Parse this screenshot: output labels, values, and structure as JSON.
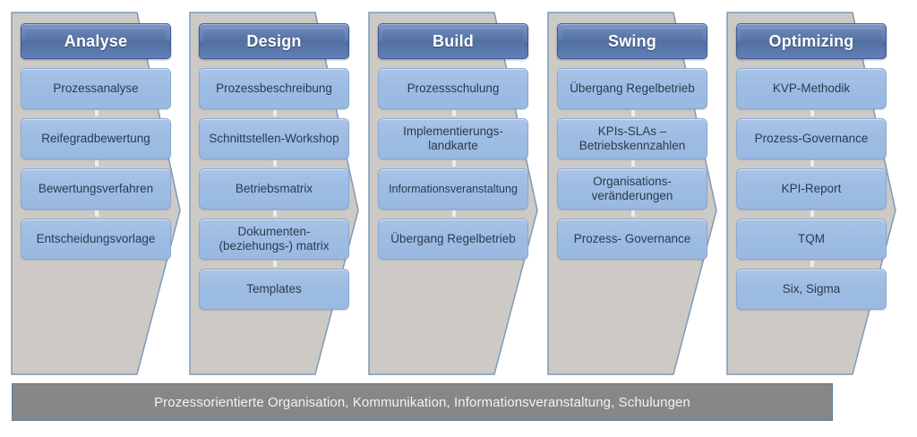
{
  "diagram": {
    "title_visible": false,
    "colors": {
      "header_fill": "#5f7cb4",
      "header_border": "#3e5a94",
      "task_fill": "#9dbce3",
      "task_border": "#8aa9d0",
      "chevron_fill": "#cdcac6",
      "chevron_border": "#7d9ab8",
      "bottom_bar_fill": "#878787",
      "bottom_bar_text": "#f2f2f2",
      "background": "#ffffff"
    }
  },
  "phases": [
    {
      "id": "analyse",
      "title": "Analyse",
      "tasks": [
        "Prozessanalyse",
        "Reifegradbewertung",
        "Bewertungsverfahren",
        "Entscheidungsvorlage"
      ]
    },
    {
      "id": "design",
      "title": "Design",
      "tasks": [
        "Prozessbeschreibung",
        "Schnittstellen-Workshop",
        "Betriebsmatrix",
        "Dokumenten-\n(beziehungs-) matrix",
        "Templates"
      ]
    },
    {
      "id": "build",
      "title": "Build",
      "tasks": [
        "Prozessschulung",
        "Implementierungs-\nlandkarte",
        "Informationsveranstaltung",
        "Übergang Regelbetrieb"
      ]
    },
    {
      "id": "swing",
      "title": "Swing",
      "tasks": [
        "Übergang Regelbetrieb",
        "KPIs-SLAs –\nBetriebskennzahlen",
        "Organisations-\nveränderungen",
        "Prozess- Governance"
      ]
    },
    {
      "id": "optimizing",
      "title": "Optimizing",
      "tasks": [
        "KVP-Methodik",
        "Prozess-Governance",
        "KPI-Report",
        "TQM",
        "Six, Sigma"
      ]
    }
  ],
  "bottom_bar": {
    "label": "Prozessorientierte Organisation, Kommunikation, Informationsveranstaltung, Schulungen"
  }
}
